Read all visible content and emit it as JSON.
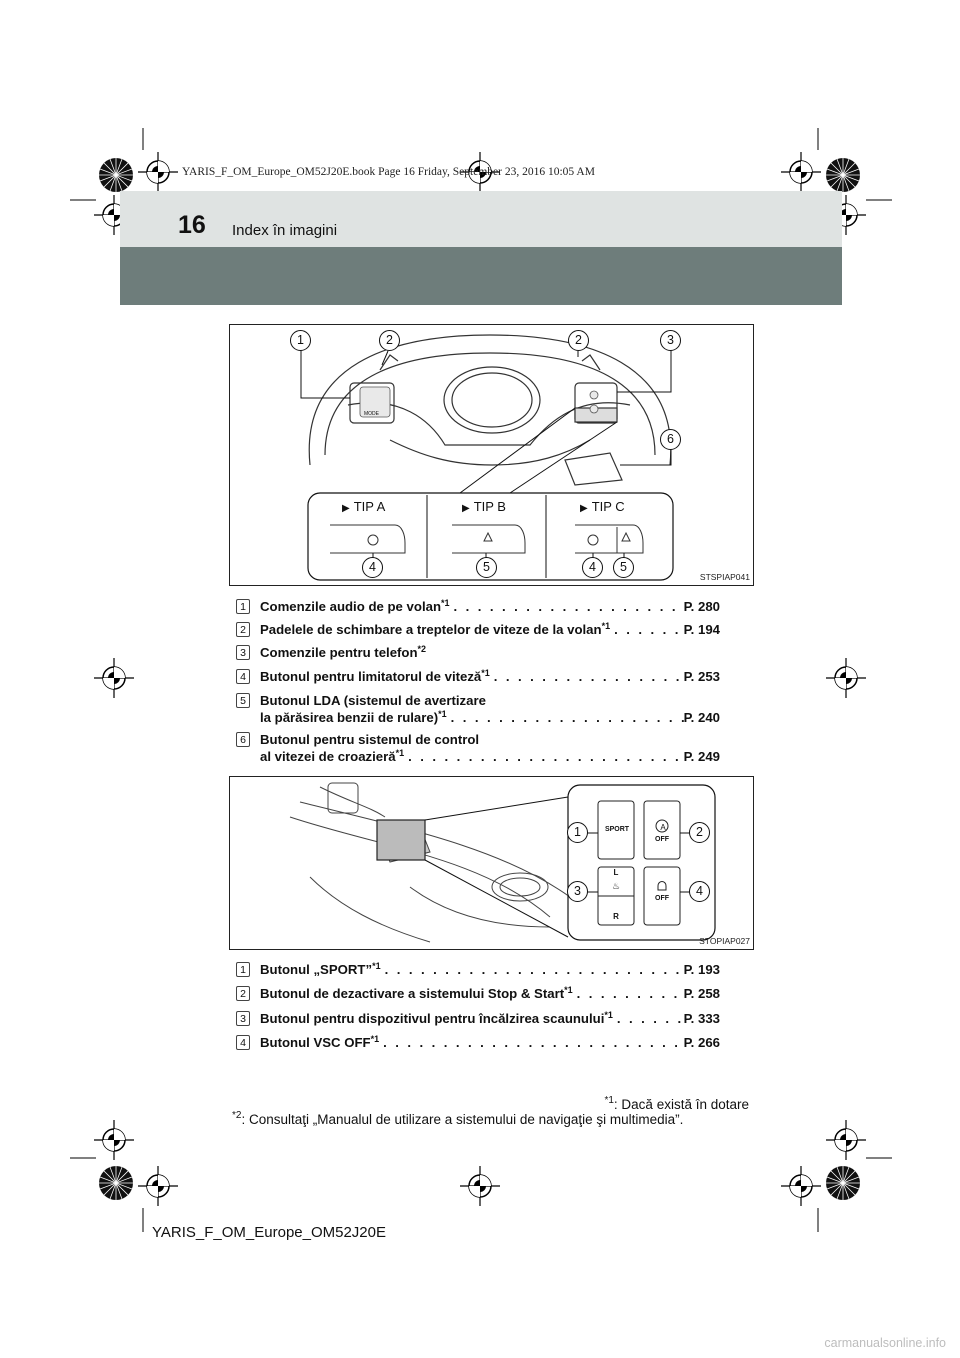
{
  "book_info": "YARIS_F_OM_Europe_OM52J20E.book  Page 16  Friday, September 23, 2016  10:05 AM",
  "header": {
    "page_number": "16",
    "title": "Index în imagini"
  },
  "figure1": {
    "code": "STSPIAP041",
    "callouts": [
      "1",
      "2",
      "2",
      "3",
      "6",
      "4",
      "5",
      "4",
      "5"
    ],
    "tips": [
      "TIP A",
      "TIP B",
      "TIP C"
    ],
    "mode_label": "MODE"
  },
  "items1": [
    {
      "num": "1",
      "lines": [
        {
          "text": "Comenzile audio de pe volan",
          "sup": "*1",
          "page": "P. 280"
        }
      ]
    },
    {
      "num": "2",
      "lines": [
        {
          "text": "Padelele de schimbare a treptelor de viteze de la volan",
          "sup": "*1",
          "page": "P. 194"
        }
      ]
    },
    {
      "num": "3",
      "lines": [
        {
          "text": "Comenzile pentru telefon",
          "sup": "*2",
          "page": ""
        }
      ]
    },
    {
      "num": "4",
      "lines": [
        {
          "text": "Butonul pentru limitatorul de viteză",
          "sup": "*1",
          "page": "P. 253"
        }
      ]
    },
    {
      "num": "5",
      "lines": [
        {
          "text": "Butonul LDA (sistemul de avertizare",
          "sup": "",
          "page": ""
        },
        {
          "text": "la părăsirea benzii de rulare)",
          "sup": "*1",
          "page": "P. 240"
        }
      ]
    },
    {
      "num": "6",
      "lines": [
        {
          "text": "Butonul pentru sistemul de control",
          "sup": "",
          "page": ""
        },
        {
          "text": "al vitezei de croazieră",
          "sup": "*1",
          "page": "P. 249"
        }
      ]
    }
  ],
  "figure2": {
    "code": "STOPIAP027",
    "callouts": [
      "1",
      "2",
      "3",
      "4"
    ],
    "buttons": {
      "sport": "SPORT",
      "stop_start_letter": "A",
      "stop_start_off": "OFF",
      "seat_left": "L",
      "seat_right": "R",
      "vsc_off": "OFF"
    }
  },
  "items2": [
    {
      "num": "1",
      "lines": [
        {
          "text": "Butonul „SPORT”",
          "sup": "*1",
          "page": "P. 193"
        }
      ]
    },
    {
      "num": "2",
      "lines": [
        {
          "text": "Butonul de dezactivare a sistemului Stop & Start",
          "sup": "*1",
          "page": "P. 258"
        }
      ]
    },
    {
      "num": "3",
      "lines": [
        {
          "text": "Butonul pentru dispozitivul pentru încălzirea scaunului",
          "sup": "*1",
          "page": "P. 333"
        }
      ]
    },
    {
      "num": "4",
      "lines": [
        {
          "text": "Butonul VSC OFF",
          "sup": "*1",
          "page": "P. 266"
        }
      ]
    }
  ],
  "footnotes": {
    "fn1_marker": "*1",
    "fn1_text": ": Dacă există în dotare",
    "fn2_marker": "*2",
    "fn2_text": ": Consultaţi „Manualul de utilizare a sistemului de navigaţie şi multimedia”."
  },
  "footer_code": "YARIS_F_OM_Europe_OM52J20E",
  "watermark": "carmanualsonline.info"
}
